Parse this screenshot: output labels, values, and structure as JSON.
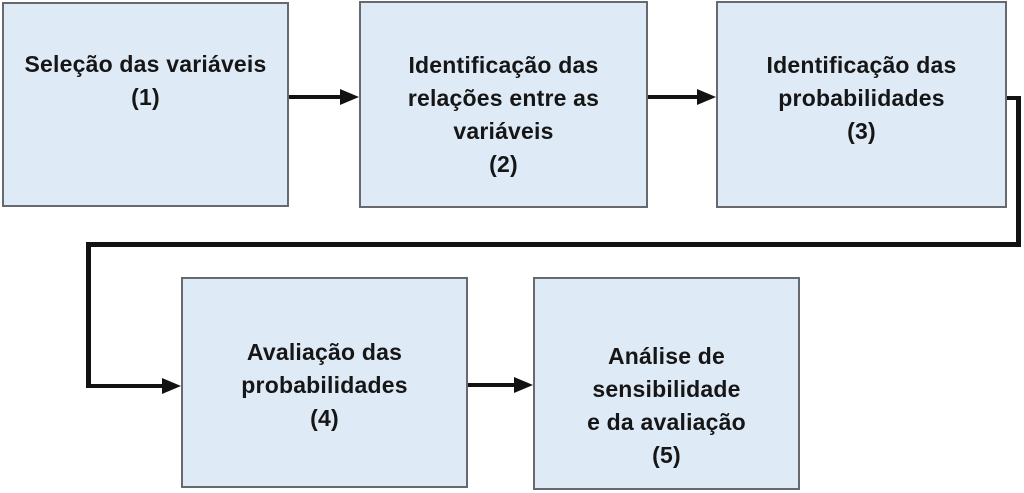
{
  "flowchart": {
    "steps": [
      {
        "title": "Seleção das variáveis",
        "number": "(1)"
      },
      {
        "title": "Identificação das\nrelações entre as\nvariáveis",
        "number": "(2)"
      },
      {
        "title": "Identificação das\nprobabilidades",
        "number": "(3)"
      },
      {
        "title": "Avaliação das\nprobabilidades",
        "number": "(4)"
      },
      {
        "title": "Análise de\nsensibilidade\ne da avaliação",
        "number": "(5)"
      }
    ],
    "edges": [
      {
        "from": "(1)",
        "to": "(2)"
      },
      {
        "from": "(2)",
        "to": "(3)"
      },
      {
        "from": "(3)",
        "to": "(4)"
      },
      {
        "from": "(4)",
        "to": "(5)"
      }
    ],
    "colors": {
      "background": "#ffffff",
      "box_fill": "#dfeaf7",
      "box_border": "#66696e",
      "connector": "#121212",
      "text": "#161616"
    }
  }
}
